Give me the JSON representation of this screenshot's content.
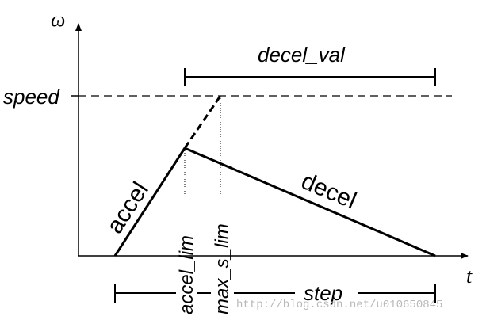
{
  "axes": {
    "y_label": "ω",
    "x_label": "t"
  },
  "labels": {
    "speed": "speed",
    "decel_val": "decel_val",
    "accel": "accel",
    "decel": "decel",
    "accel_lim": "accel_lim",
    "max_s_lim": "max_s_lim",
    "step": "step"
  },
  "watermark": "http://blog.csdn.net/u010650845",
  "colors": {
    "ink": "#000000",
    "watermark": "#b8b8b8"
  }
}
